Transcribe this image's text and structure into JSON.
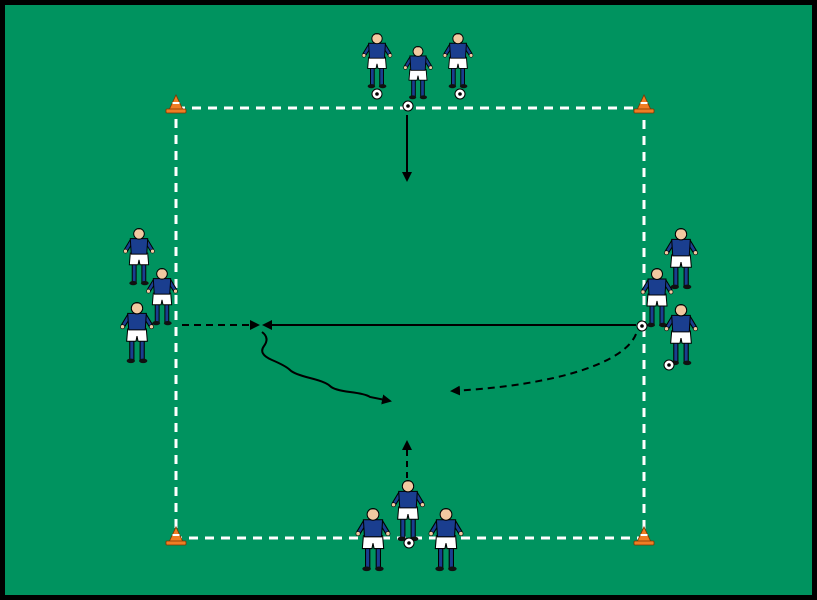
{
  "diagram": {
    "colors": {
      "field": "#00935f",
      "border": "#000000",
      "boundary": "#ffffff",
      "cone": "#f07d24",
      "jersey": "#1a3e8f",
      "shorts": "#ffffff",
      "arrow": "#000000"
    },
    "elements": {
      "field_area": "green-field",
      "boundary": "dashed-square-boundary",
      "cones": [
        "cone-top-left",
        "cone-top-right",
        "cone-bottom-left",
        "cone-bottom-right"
      ],
      "player_groups": [
        {
          "side": "top",
          "count": 3,
          "balls": 3
        },
        {
          "side": "left",
          "count": 3,
          "balls": 0
        },
        {
          "side": "right",
          "count": 3,
          "balls": 2
        },
        {
          "side": "bottom",
          "count": 3,
          "balls": 1
        }
      ],
      "movements": [
        {
          "type": "pass",
          "style": "solid",
          "from": "top",
          "to": "center"
        },
        {
          "type": "pass",
          "style": "solid",
          "from": "right",
          "to": "left-center"
        },
        {
          "type": "run",
          "style": "dashed",
          "from": "left",
          "to": "left-center"
        },
        {
          "type": "run",
          "style": "dashed-curved",
          "from": "right",
          "to": "center"
        },
        {
          "type": "dribble",
          "style": "wavy",
          "from": "left-center",
          "to": "center"
        },
        {
          "type": "run",
          "style": "dashed",
          "from": "bottom",
          "to": "center"
        }
      ]
    }
  }
}
